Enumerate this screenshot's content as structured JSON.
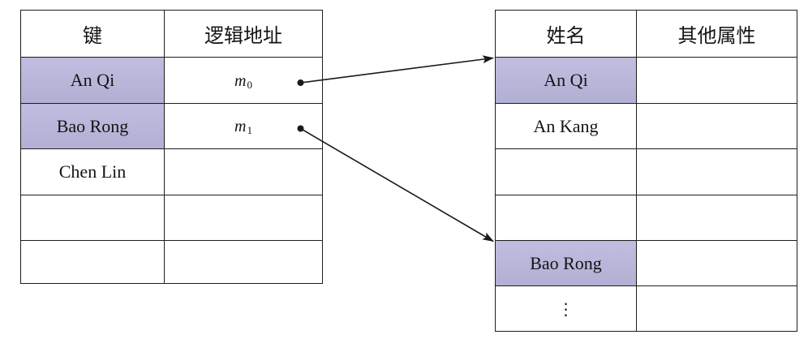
{
  "colors": {
    "border": "#1e1e1e",
    "highlight": "#b9b6dc",
    "arrow": "#1a1a1a"
  },
  "left_table": {
    "headers": [
      "键",
      "逻辑地址"
    ],
    "rows": [
      {
        "key": "An Qi",
        "address": {
          "var": "m",
          "sub": "0"
        },
        "highlighted": true
      },
      {
        "key": "Bao Rong",
        "address": {
          "var": "m",
          "sub": "1"
        },
        "highlighted": true
      },
      {
        "key": "Chen Lin",
        "address": null,
        "highlighted": false
      },
      {
        "key": "",
        "address": null,
        "highlighted": false
      },
      {
        "key": "",
        "address": null,
        "highlighted": false
      }
    ]
  },
  "right_table": {
    "headers": [
      "姓名",
      "其他属性"
    ],
    "rows": [
      {
        "name": "An Qi",
        "highlighted": true
      },
      {
        "name": "An Kang",
        "highlighted": false
      },
      {
        "name": "",
        "highlighted": false
      },
      {
        "name": "",
        "highlighted": false
      },
      {
        "name": "Bao Rong",
        "highlighted": true
      },
      {
        "name": "⋮",
        "highlighted": false
      }
    ]
  },
  "pointers": [
    {
      "from_row": 0,
      "to_row": 0
    },
    {
      "from_row": 1,
      "to_row": 4
    }
  ]
}
